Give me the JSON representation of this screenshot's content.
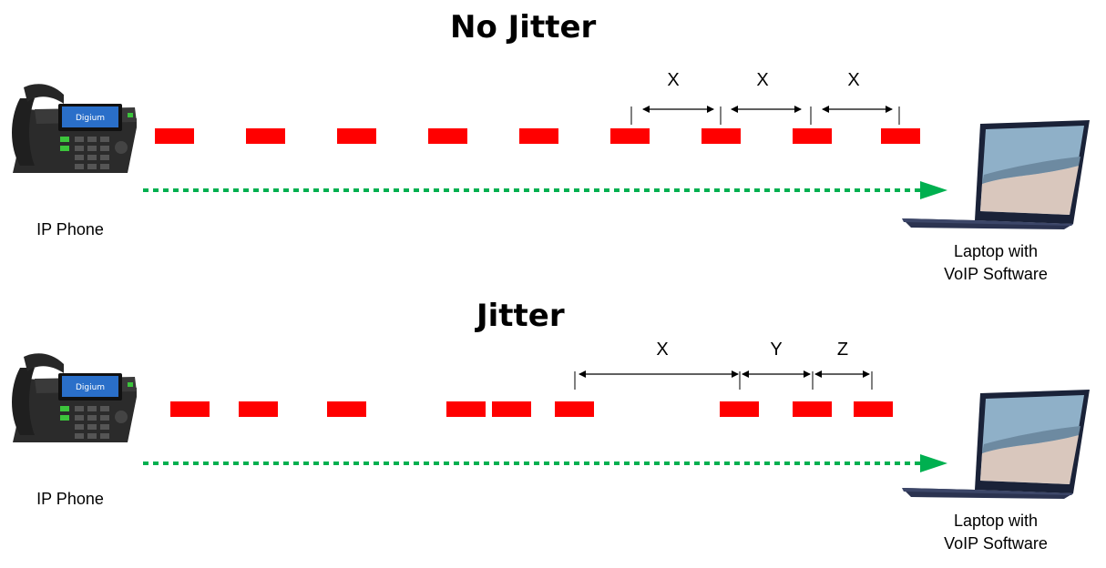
{
  "colors": {
    "packet": "#ff0000",
    "flow_arrow": "#00b050",
    "measure": "#000000"
  },
  "sections": [
    {
      "title": "No Jitter",
      "sender_label": "IP Phone",
      "receiver_label_line1": "Laptop with",
      "receiver_label_line2": "VoIP Software",
      "gap_labels": [
        "X",
        "X",
        "X"
      ]
    },
    {
      "title": "Jitter",
      "sender_label": "IP Phone",
      "receiver_label_line1": "Laptop with",
      "receiver_label_line2": "VoIP Software",
      "gap_labels": [
        "X",
        "Y",
        "Z"
      ]
    }
  ],
  "icons": {
    "sender": "ip-phone-icon",
    "receiver": "laptop-icon",
    "arrow": "dotted-arrow-right"
  }
}
